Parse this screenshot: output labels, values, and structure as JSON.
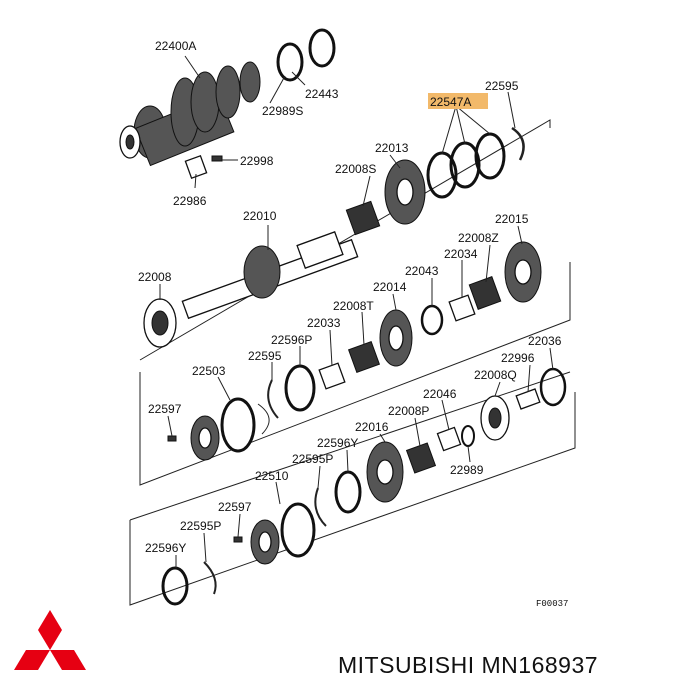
{
  "diagram": {
    "highlight_color": "#f2b96a",
    "ink_color": "#111111",
    "figure_code": "F00037",
    "labels": {
      "p22400A": "22400A",
      "p22443": "22443",
      "p22989S": "22989S",
      "p22998": "22998",
      "p22986": "22986",
      "p22547A": "22547A",
      "p22595_top": "22595",
      "p22013": "22013",
      "p22008S": "22008S",
      "p22010": "22010",
      "p22015": "22015",
      "p22008Z": "22008Z",
      "p22008": "22008",
      "p22034": "22034",
      "p22043": "22043",
      "p22014": "22014",
      "p22008T": "22008T",
      "p22033": "22033",
      "p22596P": "22596P",
      "p22595_mid": "22595",
      "p22503": "22503",
      "p22036": "22036",
      "p22996": "22996",
      "p22008Q": "22008Q",
      "p22597_mid": "22597",
      "p22046": "22046",
      "p22008P": "22008P",
      "p22016": "22016",
      "p22596Y_mid": "22596Y",
      "p22989": "22989",
      "p22595P_mid": "22595P",
      "p22510": "22510",
      "p22597_low": "22597",
      "p22595P_low": "22595P",
      "p22596Y_low": "22596Y"
    }
  },
  "footer": {
    "brand_logo": "mitsubishi-three-diamonds-icon",
    "logo_color": "#e60012",
    "caption": "MITSUBISHI MN168937"
  }
}
